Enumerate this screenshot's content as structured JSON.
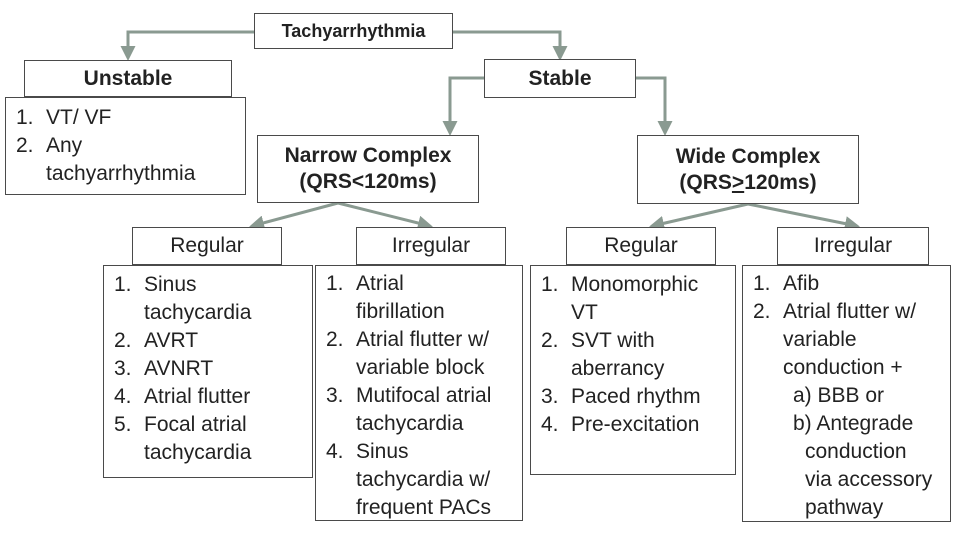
{
  "root": {
    "label": "Tachyarrhythmia"
  },
  "unstable": {
    "label": "Unstable",
    "items": [
      {
        "num": "1.",
        "lines": [
          "VT/ VF"
        ]
      },
      {
        "num": "2.",
        "lines": [
          "Any",
          "tachyarrhythmia"
        ]
      }
    ]
  },
  "stable": {
    "label": "Stable"
  },
  "narrow": {
    "title": "Narrow Complex",
    "subtitle": "(QRS<120ms)",
    "regular": {
      "label": "Regular",
      "items": [
        {
          "num": "1.",
          "lines": [
            "Sinus",
            "tachycardia"
          ]
        },
        {
          "num": "2.",
          "lines": [
            "AVRT"
          ]
        },
        {
          "num": "3.",
          "lines": [
            "AVNRT"
          ]
        },
        {
          "num": "4.",
          "lines": [
            "Atrial flutter"
          ]
        },
        {
          "num": "5.",
          "lines": [
            "Focal atrial",
            "tachycardia"
          ]
        }
      ]
    },
    "irregular": {
      "label": "Irregular",
      "items": [
        {
          "num": "1.",
          "lines": [
            "Atrial",
            "fibrillation"
          ]
        },
        {
          "num": "2.",
          "lines": [
            "Atrial flutter w/",
            "variable block"
          ]
        },
        {
          "num": "3.",
          "lines": [
            "Mutifocal atrial",
            "tachycardia"
          ]
        },
        {
          "num": "4.",
          "lines": [
            "Sinus",
            "tachycardia w/",
            "frequent PACs"
          ]
        }
      ]
    }
  },
  "wide": {
    "title": "Wide Complex",
    "subtitle_prefix": "(QRS",
    "subtitle_symbol": ">",
    "subtitle_suffix": "120ms)",
    "regular": {
      "label": "Regular",
      "items": [
        {
          "num": "1.",
          "lines": [
            "Monomorphic",
            "VT"
          ]
        },
        {
          "num": "2.",
          "lines": [
            "SVT with",
            "aberrancy"
          ]
        },
        {
          "num": "3.",
          "lines": [
            "Paced rhythm"
          ]
        },
        {
          "num": "4.",
          "lines": [
            "Pre-excitation"
          ]
        }
      ]
    },
    "irregular": {
      "label": "Irregular",
      "items": [
        {
          "num": "1.",
          "lines": [
            "Afib"
          ]
        },
        {
          "num": "2.",
          "lines": [
            "Atrial flutter w/",
            "variable",
            "conduction +"
          ],
          "sublines": [
            "a) BBB or",
            "b) Antegrade",
            "conduction",
            "via accessory",
            "pathway"
          ]
        }
      ]
    }
  },
  "colors": {
    "arrow": "#8a9a91",
    "border": "#4a4a4a",
    "text": "#222222"
  }
}
